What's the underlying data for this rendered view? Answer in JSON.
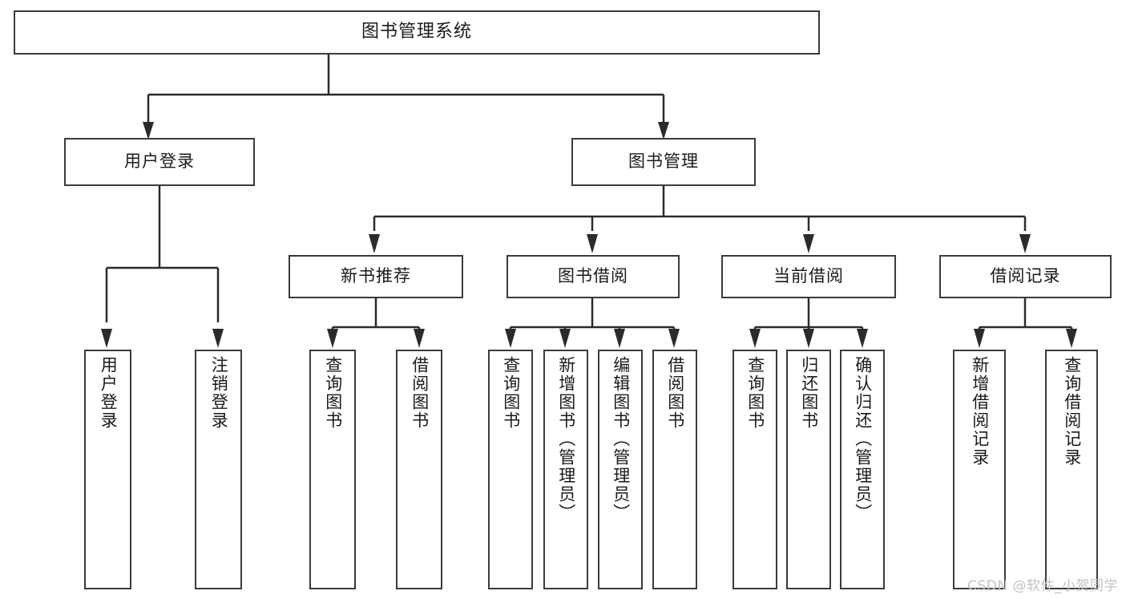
{
  "diagram": {
    "title_node": {
      "label": "图书管理系统"
    },
    "level2": [
      {
        "id": "user-login",
        "label": "用户登录"
      },
      {
        "id": "book-management",
        "label": "图书管理"
      }
    ],
    "level3": [
      {
        "id": "new-book-recommend",
        "label": "新书推荐"
      },
      {
        "id": "book-borrow",
        "label": "图书借阅"
      },
      {
        "id": "current-borrow",
        "label": "当前借阅"
      },
      {
        "id": "borrow-record",
        "label": "借阅记录"
      }
    ],
    "leaves": [
      {
        "id": "leaf-user-login",
        "label": "用户登录",
        "parent": "user-login"
      },
      {
        "id": "leaf-logout-login",
        "label": "注销登录",
        "parent": "user-login"
      },
      {
        "id": "leaf-query-book-1",
        "label": "查询图书",
        "parent": "new-book-recommend"
      },
      {
        "id": "leaf-borrow-book-1",
        "label": "借阅图书",
        "parent": "new-book-recommend"
      },
      {
        "id": "leaf-query-book-2",
        "label": "查询图书",
        "parent": "book-borrow"
      },
      {
        "id": "leaf-add-book",
        "label": "新增图书（管理员）",
        "parent": "book-borrow"
      },
      {
        "id": "leaf-edit-book",
        "label": "编辑图书（管理员）",
        "parent": "book-borrow"
      },
      {
        "id": "leaf-borrow-book-2",
        "label": "借阅图书",
        "parent": "book-borrow"
      },
      {
        "id": "leaf-query-book-3",
        "label": "查询图书",
        "parent": "current-borrow"
      },
      {
        "id": "leaf-return-book",
        "label": "归还图书",
        "parent": "current-borrow"
      },
      {
        "id": "leaf-confirm-return",
        "label": "确认归还（管理员）",
        "parent": "current-borrow"
      },
      {
        "id": "leaf-add-borrow-rec",
        "label": "新增借阅记录",
        "parent": "borrow-record"
      },
      {
        "id": "leaf-query-borrow-rec",
        "label": "查询借阅记录",
        "parent": "borrow-record"
      }
    ]
  },
  "watermark": {
    "text": "CSDN @软件_小贺同学"
  },
  "colors": {
    "box_border": "#3b3b3b",
    "box_fill": "#ffffff",
    "connector": "#2b2b2b",
    "text": "#1a1a1a",
    "watermark": "#c2c2c2"
  }
}
